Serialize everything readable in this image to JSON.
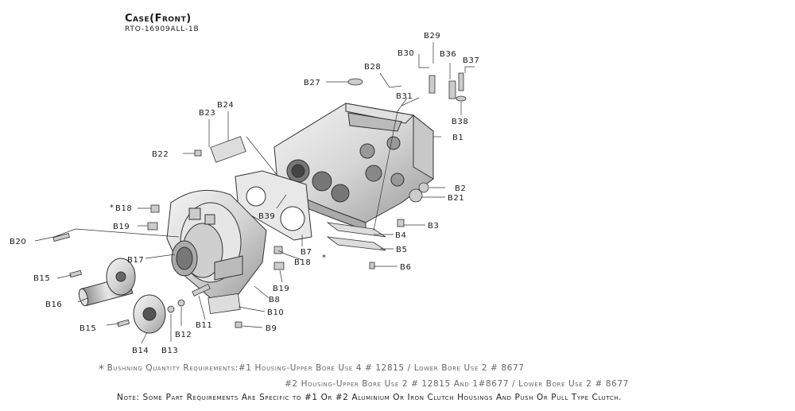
{
  "header": {
    "title": "Case(Front)",
    "subtitle": "RTO-16909ALL-1B"
  },
  "labels": {
    "b1": "B1",
    "b2": "B2",
    "b3": "B3",
    "b4": "B4",
    "b5": "B5",
    "b6": "B6",
    "b7": "B7",
    "b8": "B8",
    "b9": "B9",
    "b10": "B10",
    "b11": "B11",
    "b12": "B12",
    "b13": "B13",
    "b14": "B14",
    "b15a": "B15",
    "b15b": "B15",
    "b16": "B16",
    "b17": "B17",
    "b18a": "B18",
    "b18b": "B18",
    "b19a": "B19",
    "b19b": "B19",
    "b20": "B20",
    "b21": "B21",
    "b22": "B22",
    "b23": "B23",
    "b24": "B24",
    "b27": "B27",
    "b28": "B28",
    "b29": "B29",
    "b30": "B30",
    "b31": "B31",
    "b36": "B36",
    "b37": "B37",
    "b38": "B38",
    "b39": "B39",
    "star_a": "*",
    "star_b": "*"
  },
  "notes": {
    "line1_star": "*",
    "line1": "Bushning Quantity Requirements:#1 Housing-Upper Bore Use 4 # 12815 / Lower Bore Use 2 # 8677",
    "line2": "#2 Housing-Upper Bore Use 2 # 12815 And 1#8677 / Lower Bore Use 2 # 8677",
    "line3": "Note: Some Part Requirements Are Specific to #1 Or #2 Aluminium Or Iron Clutch Housings And Push Or Pull Type Clutch."
  }
}
